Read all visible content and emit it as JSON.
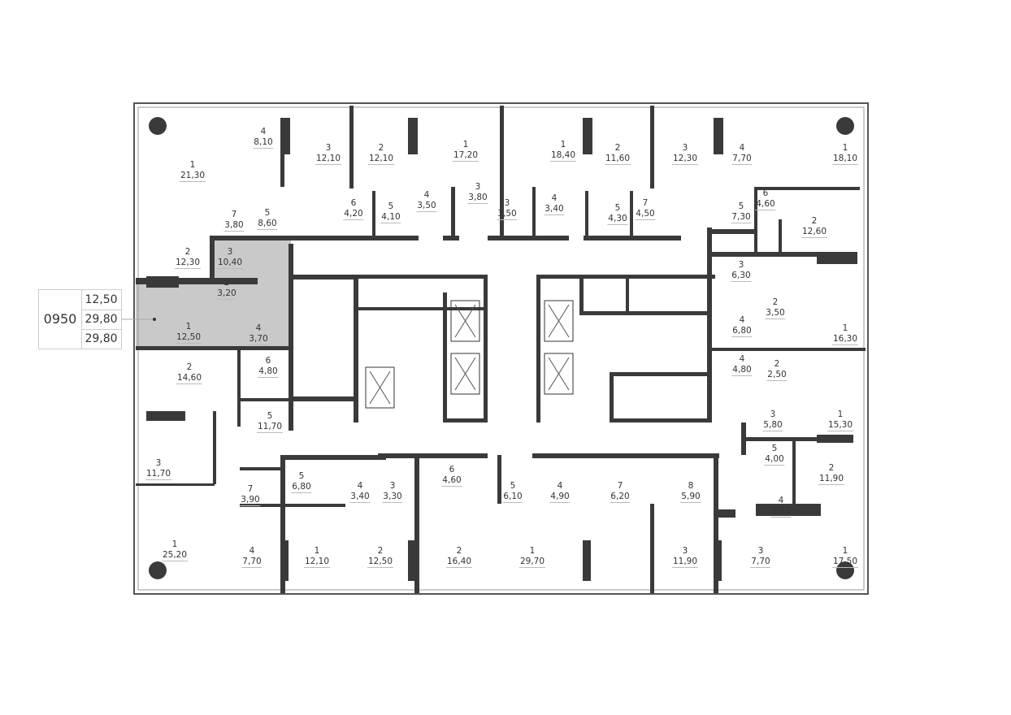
{
  "colors": {
    "wall": "#3a3a3a",
    "highlight": "#c9c9c9",
    "outline": "#555555"
  },
  "legend": {
    "apartment_number": "0950",
    "values": [
      "12,50",
      "29,80",
      "29,80"
    ]
  },
  "rooms": [
    {
      "n": "4",
      "a": "8,10"
    },
    {
      "n": "1",
      "a": "21,30"
    },
    {
      "n": "3",
      "a": "12,10"
    },
    {
      "n": "2",
      "a": "12,10"
    },
    {
      "n": "1",
      "a": "17,20"
    },
    {
      "n": "1",
      "a": "18,40"
    },
    {
      "n": "2",
      "a": "11,60"
    },
    {
      "n": "3",
      "a": "12,30"
    },
    {
      "n": "4",
      "a": "7,70"
    },
    {
      "n": "1",
      "a": "18,10"
    },
    {
      "n": "7",
      "a": "3,80"
    },
    {
      "n": "5",
      "a": "8,60"
    },
    {
      "n": "6",
      "a": "4,20"
    },
    {
      "n": "5",
      "a": "4,10"
    },
    {
      "n": "4",
      "a": "3,50"
    },
    {
      "n": "3",
      "a": "3,80"
    },
    {
      "n": "3",
      "a": "3,50"
    },
    {
      "n": "4",
      "a": "3,40"
    },
    {
      "n": "5",
      "a": "4,30"
    },
    {
      "n": "7",
      "a": "4,50"
    },
    {
      "n": "5",
      "a": "7,30"
    },
    {
      "n": "6",
      "a": "4,60"
    },
    {
      "n": "2",
      "a": "12,60"
    },
    {
      "n": "2",
      "a": "12,30"
    },
    {
      "n": "3",
      "a": "10,40"
    },
    {
      "n": "3",
      "a": "6,30"
    },
    {
      "n": "2",
      "a": "3,20"
    },
    {
      "n": "1",
      "a": "12,50"
    },
    {
      "n": "4",
      "a": "3,70"
    },
    {
      "n": "2",
      "a": "3,50"
    },
    {
      "n": "4",
      "a": "6,80"
    },
    {
      "n": "1",
      "a": "16,30"
    },
    {
      "n": "6",
      "a": "4,80"
    },
    {
      "n": "2",
      "a": "14,60"
    },
    {
      "n": "4",
      "a": "4,80"
    },
    {
      "n": "2",
      "a": "2,50"
    },
    {
      "n": "5",
      "a": "11,70"
    },
    {
      "n": "3",
      "a": "5,80"
    },
    {
      "n": "1",
      "a": "15,30"
    },
    {
      "n": "3",
      "a": "11,70"
    },
    {
      "n": "5",
      "a": "4,00"
    },
    {
      "n": "2",
      "a": "11,90"
    },
    {
      "n": "5",
      "a": "6,80"
    },
    {
      "n": "7",
      "a": "3,90"
    },
    {
      "n": "4",
      "a": "3,40"
    },
    {
      "n": "3",
      "a": "3,30"
    },
    {
      "n": "6",
      "a": "4,60"
    },
    {
      "n": "5",
      "a": "6,10"
    },
    {
      "n": "4",
      "a": "4,90"
    },
    {
      "n": "7",
      "a": "6,20"
    },
    {
      "n": "8",
      "a": "5,90"
    },
    {
      "n": "4",
      "a": "8,00"
    },
    {
      "n": "1",
      "a": "25,20"
    },
    {
      "n": "4",
      "a": "7,70"
    },
    {
      "n": "1",
      "a": "12,10"
    },
    {
      "n": "2",
      "a": "12,50"
    },
    {
      "n": "2",
      "a": "16,40"
    },
    {
      "n": "1",
      "a": "29,70"
    },
    {
      "n": "3",
      "a": "11,90"
    },
    {
      "n": "3",
      "a": "7,70"
    },
    {
      "n": "1",
      "a": "17,50"
    }
  ]
}
